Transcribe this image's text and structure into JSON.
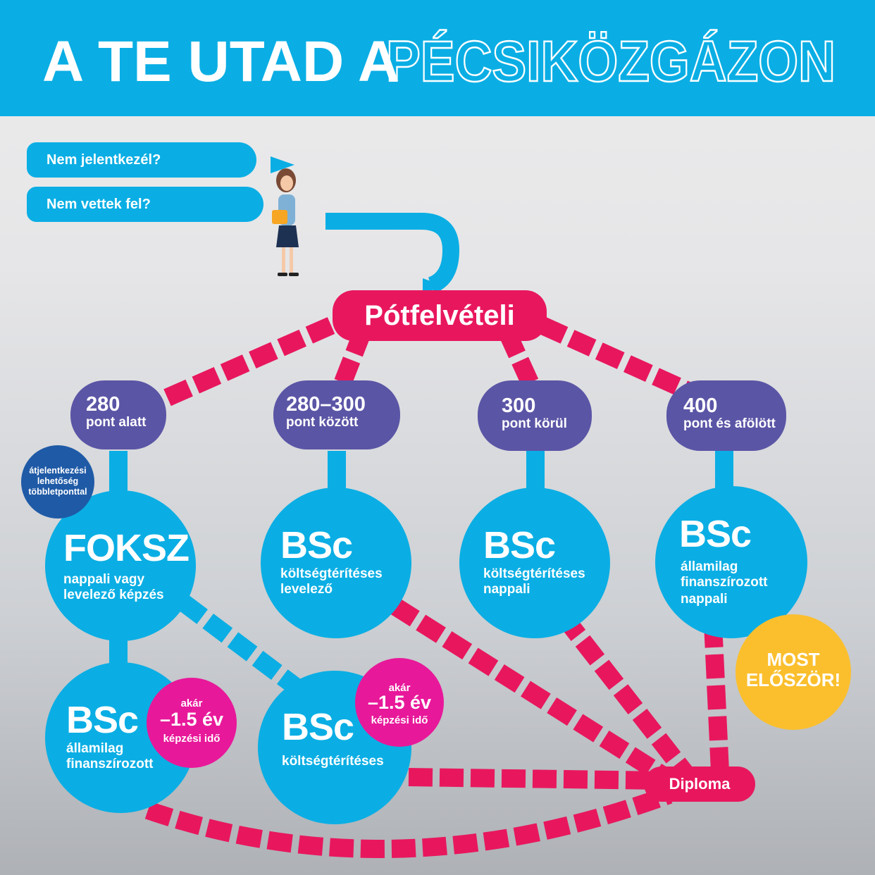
{
  "header": {
    "title_solid": "A TE UTAD A",
    "title_outline": "PÉCSIKÖZGÁZON"
  },
  "questions": [
    "Nem jelentkezél?",
    "Nem vettek fel?"
  ],
  "start": {
    "label": "Pótfelvételi"
  },
  "scores": [
    {
      "num": "280",
      "sub": "pont alatt"
    },
    {
      "num": "280–300",
      "sub": "pont között"
    },
    {
      "num": "300",
      "sub": "pont körül"
    },
    {
      "num": "400",
      "sub": "pont és afölött"
    }
  ],
  "badge": {
    "lines": [
      "átjelentkezési",
      "lehetőség",
      "többletponttal"
    ]
  },
  "programs": {
    "foksz": {
      "title": "FOKSZ",
      "desc": [
        "nappali vagy",
        "levelező képzés"
      ]
    },
    "bsc_kolts_lev": {
      "title": "BSc",
      "desc": [
        "költségtérítéses",
        "levelező"
      ]
    },
    "bsc_kolts_napp": {
      "title": "BSc",
      "desc": [
        "költségtérítéses",
        "nappali"
      ]
    },
    "bsc_allami_napp": {
      "title": "BSc",
      "desc": [
        "államilag",
        "finanszírozott",
        "nappali"
      ]
    },
    "bsc_allami": {
      "title": "BSc",
      "desc": [
        "államilag",
        "finanszírozott"
      ]
    },
    "bsc_kolts": {
      "title": "BSc",
      "desc": [
        "költségtérítéses"
      ]
    }
  },
  "reduction": {
    "line1": "akár",
    "line2": "–1.5 év",
    "line3": "képzési idő"
  },
  "new_badge": {
    "lines": [
      "MOST",
      "ELŐSZÖR!"
    ]
  },
  "end": {
    "label": "Diploma"
  },
  "colors": {
    "blue": "#0aaee4",
    "pink": "#e8175d",
    "purple": "#5b55a6",
    "magenta": "#e8189a",
    "navy": "#1f5aa6",
    "yellow": "#fbbf2d"
  }
}
